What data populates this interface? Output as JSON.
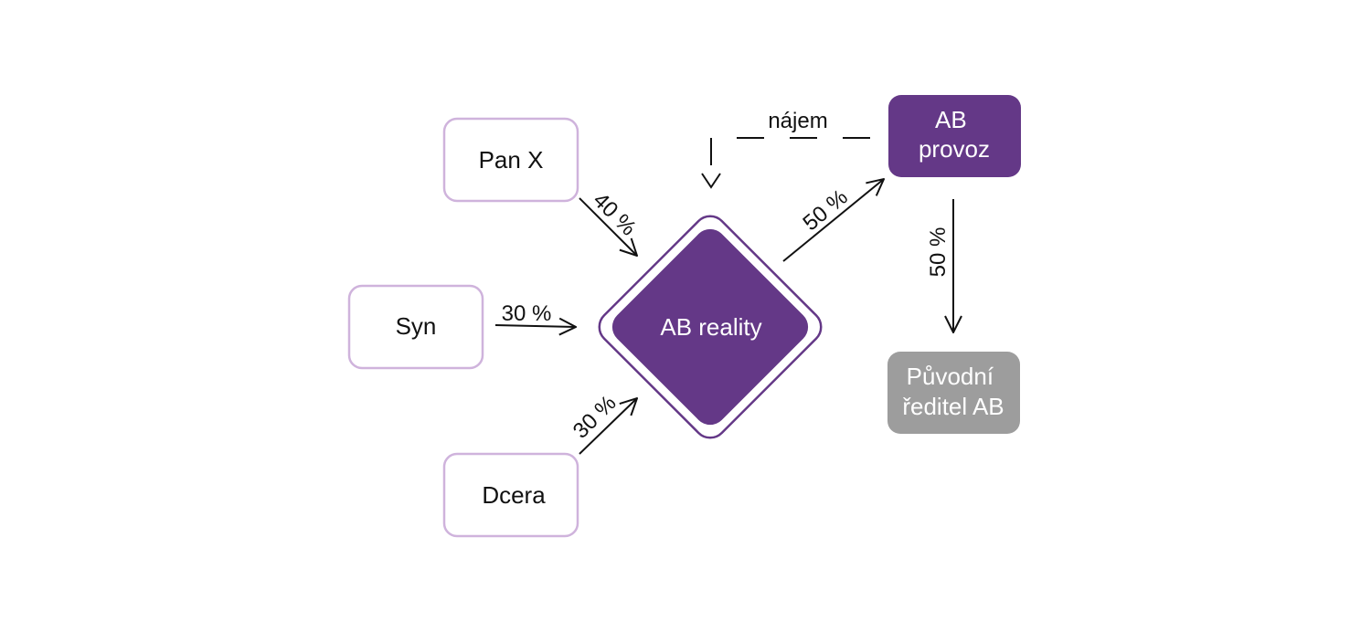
{
  "diagram": {
    "nodes": {
      "pan_x": {
        "label": "Pan X"
      },
      "syn": {
        "label": "Syn"
      },
      "dcera": {
        "label": "Dcera"
      },
      "ab_reality": {
        "label": "AB reality"
      },
      "ab_provoz": {
        "label_line1": "AB",
        "label_line2": "provoz"
      },
      "puvodni_reditel": {
        "label_line1": "Původní",
        "label_line2": "ředitel AB"
      }
    },
    "edges": {
      "pan_x_to_reality": {
        "label": "40 %"
      },
      "syn_to_reality": {
        "label": "30 %"
      },
      "dcera_to_reality": {
        "label": "30 %"
      },
      "reality_to_provoz": {
        "label": "50 %"
      },
      "provoz_to_reditel": {
        "label": "50 %"
      },
      "provoz_to_reality_lease": {
        "label": "nájem"
      }
    },
    "colors": {
      "accent_purple": "#643887",
      "light_purple_border": "#cfb3dc",
      "gray_box": "#9d9d9d",
      "diamond_outer_border": "#643887",
      "line": "#111111",
      "text_dark": "#111111",
      "text_light": "#ffffff"
    }
  }
}
